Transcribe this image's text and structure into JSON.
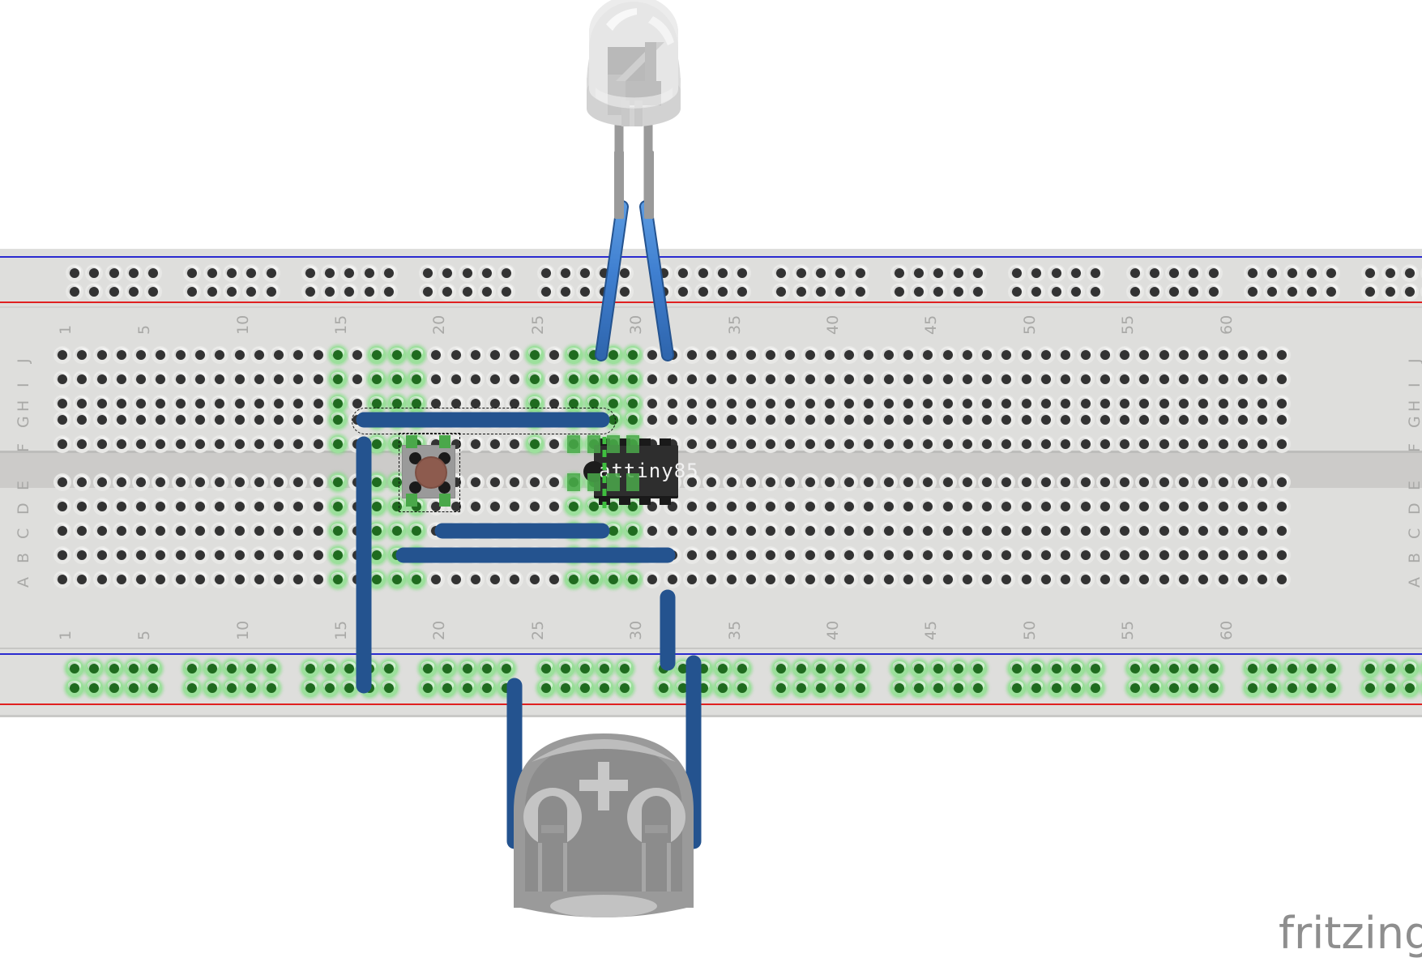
{
  "app": {
    "name": "Fritzing",
    "view": "Breadboard View",
    "logo_text": "fritzing"
  },
  "breadboard": {
    "label": "full-size-breadboard",
    "columns": 63,
    "column_labels_shown": [
      "1",
      "5",
      "10",
      "15",
      "20",
      "25",
      "30",
      "35",
      "40",
      "45",
      "50",
      "55",
      "60"
    ],
    "row_labels_top": [
      "J",
      "I",
      "H",
      "G",
      "F"
    ],
    "row_labels_bottom": [
      "E",
      "D",
      "C",
      "B",
      "A"
    ],
    "rail_colors": {
      "negative": "#2b2bd0",
      "positive": "#e02020"
    },
    "body_color": "#dedede",
    "hole_color": "#333333",
    "connected_hole_color": "#1f6b1f",
    "connected_halo_color": "#9ce09c"
  },
  "components": [
    {
      "id": "led1",
      "name": "LED",
      "type": "led-5mm-clear",
      "label": "",
      "color": "#e8e8e8",
      "position": "above breadboard, center",
      "leads": 2
    },
    {
      "id": "ic1",
      "name": "ATtiny85 microcontroller",
      "type": "dip-8-ic",
      "label": "attiny85",
      "body_color": "#2e2e2e",
      "text_color": "#f2f2f2",
      "pins": 8,
      "placement": "spans center channel, columns 27-30"
    },
    {
      "id": "sw1",
      "name": "Pushbutton",
      "type": "tactile-switch-4pin",
      "label": "",
      "body_color": "#9a9a9a",
      "cap_color": "#8d5b4e",
      "selected": true,
      "placement": "spans center channel, columns 17-19"
    },
    {
      "id": "bat1",
      "name": "Coin cell battery",
      "type": "coin-cell-holder",
      "label": "+",
      "body_color": "#8c8c8c",
      "position": "below breadboard, center",
      "leads": 2
    }
  ],
  "wires": [
    {
      "id": "w1",
      "name": "led-anode-wire",
      "color": "#3f7fd0",
      "from": "LED lead 1",
      "to": "J25"
    },
    {
      "id": "w2",
      "name": "led-cathode-wire",
      "color": "#3f7fd0",
      "from": "LED lead 2",
      "to": "J28"
    },
    {
      "id": "w3",
      "name": "button-to-ic-wire",
      "color": "#3f7fd0",
      "from": "G15",
      "to": "G27",
      "selected": true
    },
    {
      "id": "w4",
      "name": "ground-rail-wire",
      "color": "#3f7fd0",
      "from": "F15",
      "to": "bottom negative rail"
    },
    {
      "id": "w5",
      "name": "button-lower-wire",
      "color": "#3f7fd0",
      "from": "C18",
      "to": "C27"
    },
    {
      "id": "w6",
      "name": "ic-power-wire",
      "color": "#3f7fd0",
      "from": "B17",
      "to": "B30"
    },
    {
      "id": "w7",
      "name": "ic-to-rail-wire",
      "color": "#3f7fd0",
      "from": "A30",
      "to": "bottom negative rail"
    },
    {
      "id": "w8",
      "name": "battery-negative-wire",
      "color": "#3f7fd0",
      "from": "bottom rail",
      "to": "battery terminal 1"
    },
    {
      "id": "w9",
      "name": "battery-positive-wire",
      "color": "#3f7fd0",
      "from": "bottom rail",
      "to": "battery terminal 2"
    }
  ],
  "selection": {
    "selected_items": [
      "sw1",
      "w3"
    ],
    "indicator": "dashed outline"
  }
}
